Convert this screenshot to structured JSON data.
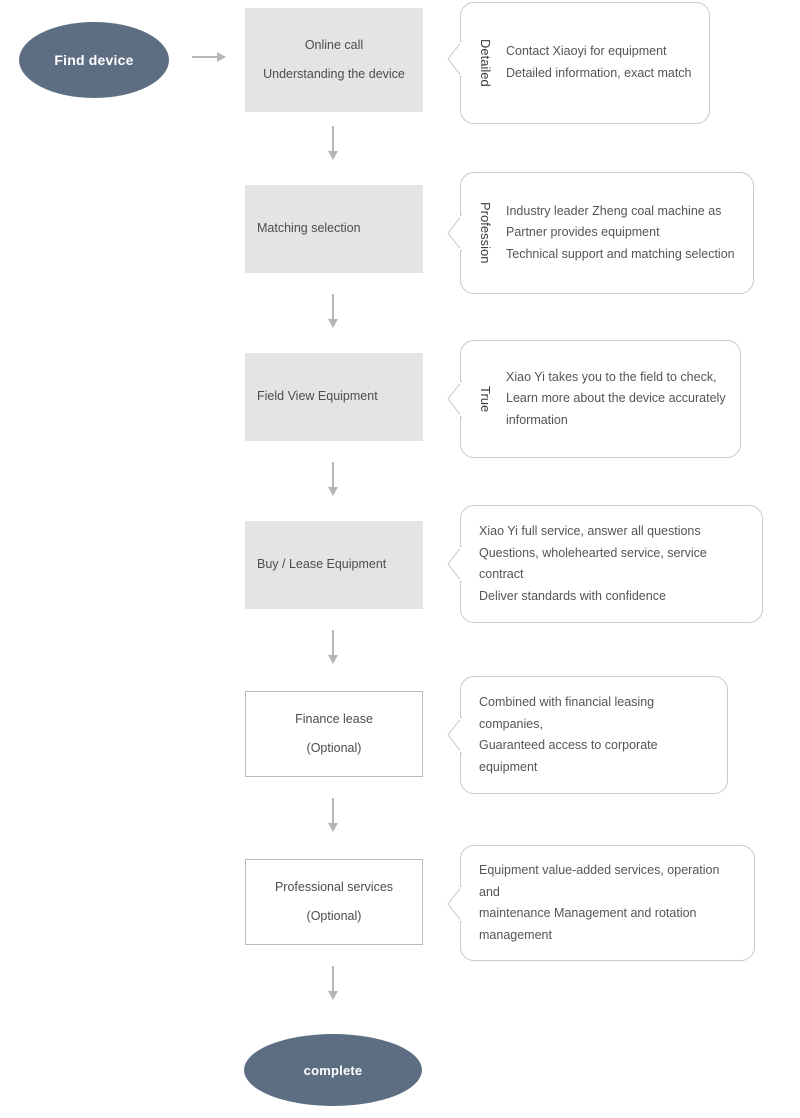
{
  "colors": {
    "terminator_fill": "#5d6e83",
    "terminator_text": "#ffffff",
    "process_fill": "#e4e4e4",
    "process_text": "#4d4d4d",
    "callout_border": "#c9c9c9",
    "callout_text": "#555555",
    "arrow": "#b6b6b6",
    "background": "#ffffff"
  },
  "start": {
    "label": "Find device"
  },
  "end": {
    "label": "complete"
  },
  "steps": [
    {
      "id": "online-call",
      "lines": [
        "Online call",
        "Understanding the device"
      ],
      "style": "filled",
      "align": "center"
    },
    {
      "id": "matching-selection",
      "lines": [
        "Matching selection"
      ],
      "style": "filled",
      "align": "left"
    },
    {
      "id": "field-view",
      "lines": [
        "Field View Equipment"
      ],
      "style": "filled",
      "align": "left"
    },
    {
      "id": "buy-lease",
      "lines": [
        "Buy / Lease Equipment"
      ],
      "style": "filled",
      "align": "left"
    },
    {
      "id": "finance-lease",
      "lines": [
        "Finance lease",
        "(Optional)"
      ],
      "style": "outlined",
      "align": "center"
    },
    {
      "id": "professional-services",
      "lines": [
        "Professional services",
        "(Optional)"
      ],
      "style": "outlined",
      "align": "center"
    }
  ],
  "callouts": [
    {
      "id": "detailed",
      "rotated_label": "Detailed",
      "lines": [
        "Contact Xiaoyi for equipment",
        "Detailed information, exact match"
      ]
    },
    {
      "id": "profession",
      "rotated_label": "Profession",
      "lines": [
        "Industry leader Zheng coal machine as",
        "Partner provides equipment",
        "Technical support and matching selection"
      ]
    },
    {
      "id": "true",
      "rotated_label": "True",
      "lines": [
        "Xiao Yi takes you to the field to check,",
        "Learn more about the device accurately",
        "information"
      ]
    },
    {
      "id": "service",
      "rotated_label": "",
      "lines": [
        "Xiao Yi full service, answer all questions",
        "Questions, wholehearted service, service contract",
        "Deliver standards with confidence"
      ]
    },
    {
      "id": "financial-leasing",
      "rotated_label": "",
      "lines": [
        "Combined with financial leasing companies,",
        "Guaranteed access to corporate equipment"
      ]
    },
    {
      "id": "value-added",
      "rotated_label": "",
      "lines": [
        "Equipment value-added services, operation and",
        " maintenance Management and rotation",
        "management"
      ]
    }
  ],
  "icons": {
    "arrow_right": "arrow-right-icon",
    "arrow_down": "arrow-down-icon",
    "callout_tail": "callout-tail-icon"
  }
}
